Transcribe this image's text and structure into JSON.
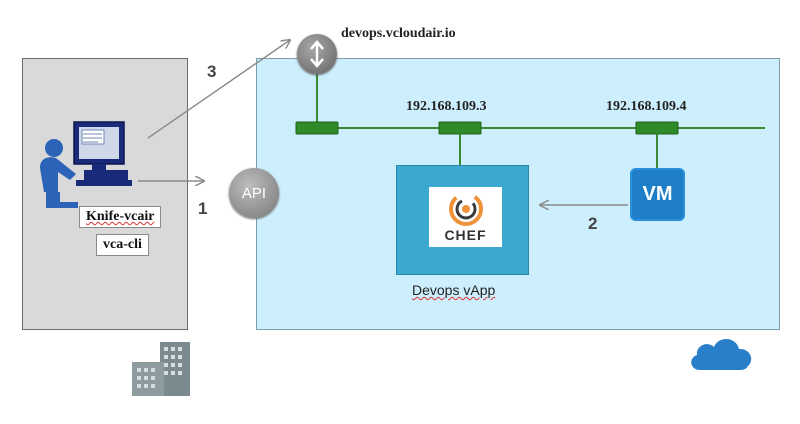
{
  "router": {
    "hostname": "devops.vcloudair.io"
  },
  "onprem": {
    "tools": [
      {
        "label": "Knife-vcair"
      },
      {
        "label": "vca-cli"
      }
    ]
  },
  "steps": {
    "step1": "1",
    "step2": "2",
    "step3": "3"
  },
  "api": {
    "label": "API"
  },
  "network": {
    "ips": [
      "192.168.109.3",
      "192.168.109.4"
    ]
  },
  "vapp": {
    "name": "Devops vApp",
    "chef_logo_text": "CHEF"
  },
  "vm": {
    "label": "VM"
  },
  "colors": {
    "cloud_bg": "#cdeefc",
    "onprem_bg": "#d9d9d9",
    "network_line": "#3a8a30",
    "vapp_bg": "#3ba8cf",
    "vm_bg": "#1e7ec8",
    "icon_blue": "#2a7fc9",
    "building_gray": "#7b8a8f"
  }
}
